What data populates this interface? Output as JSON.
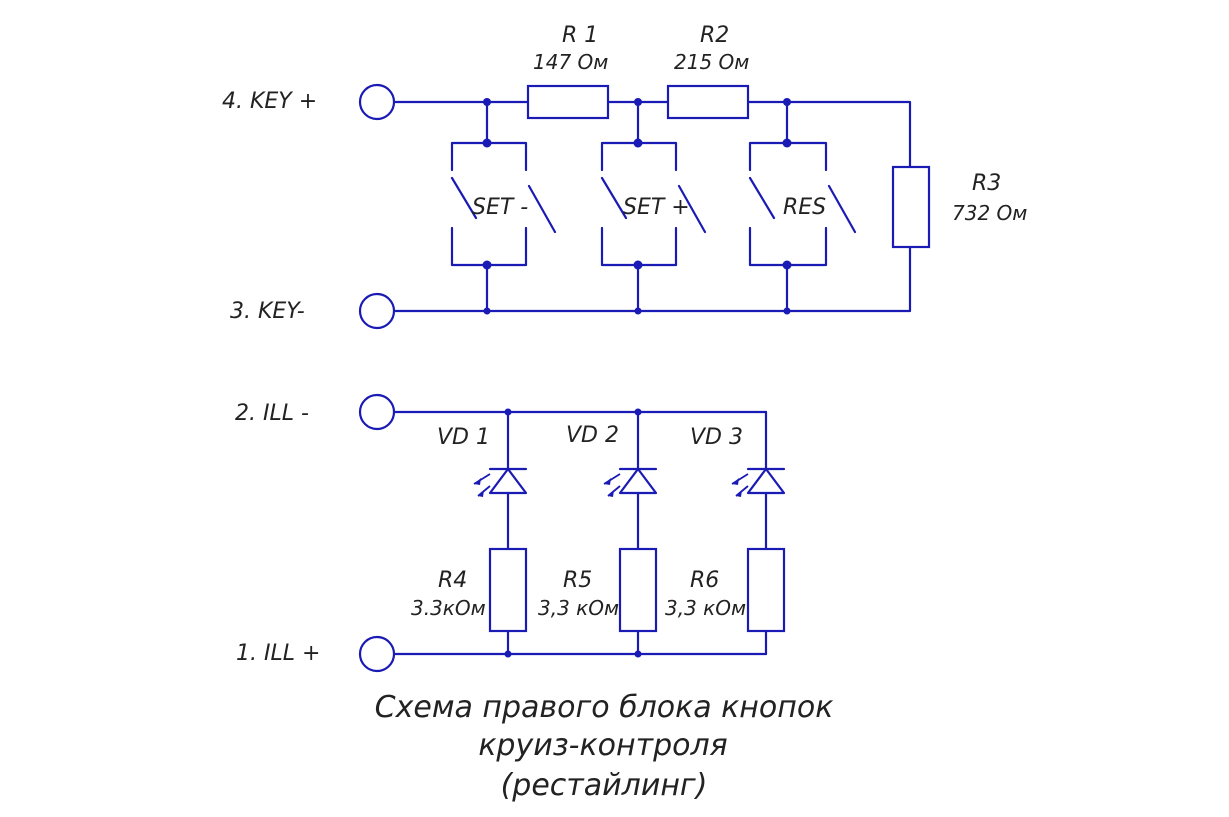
{
  "terminals": {
    "t4": "4.  KEY +",
    "t3": "3.  KEY-",
    "t2": "2.  ILL -",
    "t1": "1.  ILL +"
  },
  "resistors": {
    "r1": {
      "name": "R 1",
      "value": "147 Ом"
    },
    "r2": {
      "name": "R2",
      "value": "215 Ом"
    },
    "r3": {
      "name": "R3",
      "value": "732 Ом"
    },
    "r4": {
      "name": "R4",
      "value": "3.3кОм"
    },
    "r5": {
      "name": "R5",
      "value": "3,3 кОм"
    },
    "r6": {
      "name": "R6",
      "value": "3,3 кОм"
    }
  },
  "switches": {
    "s1": "SET -",
    "s2": "SET +",
    "s3": "RES"
  },
  "leds": {
    "vd1": "VD 1",
    "vd2": "VD 2",
    "vd3": "VD 3"
  },
  "caption": {
    "line1": "Схема правого блока кнопок",
    "line2": "круиз-контроля",
    "line3": "(рестайлинг)"
  },
  "colors": {
    "wire": "#1a1ab4",
    "text": "#222222"
  }
}
